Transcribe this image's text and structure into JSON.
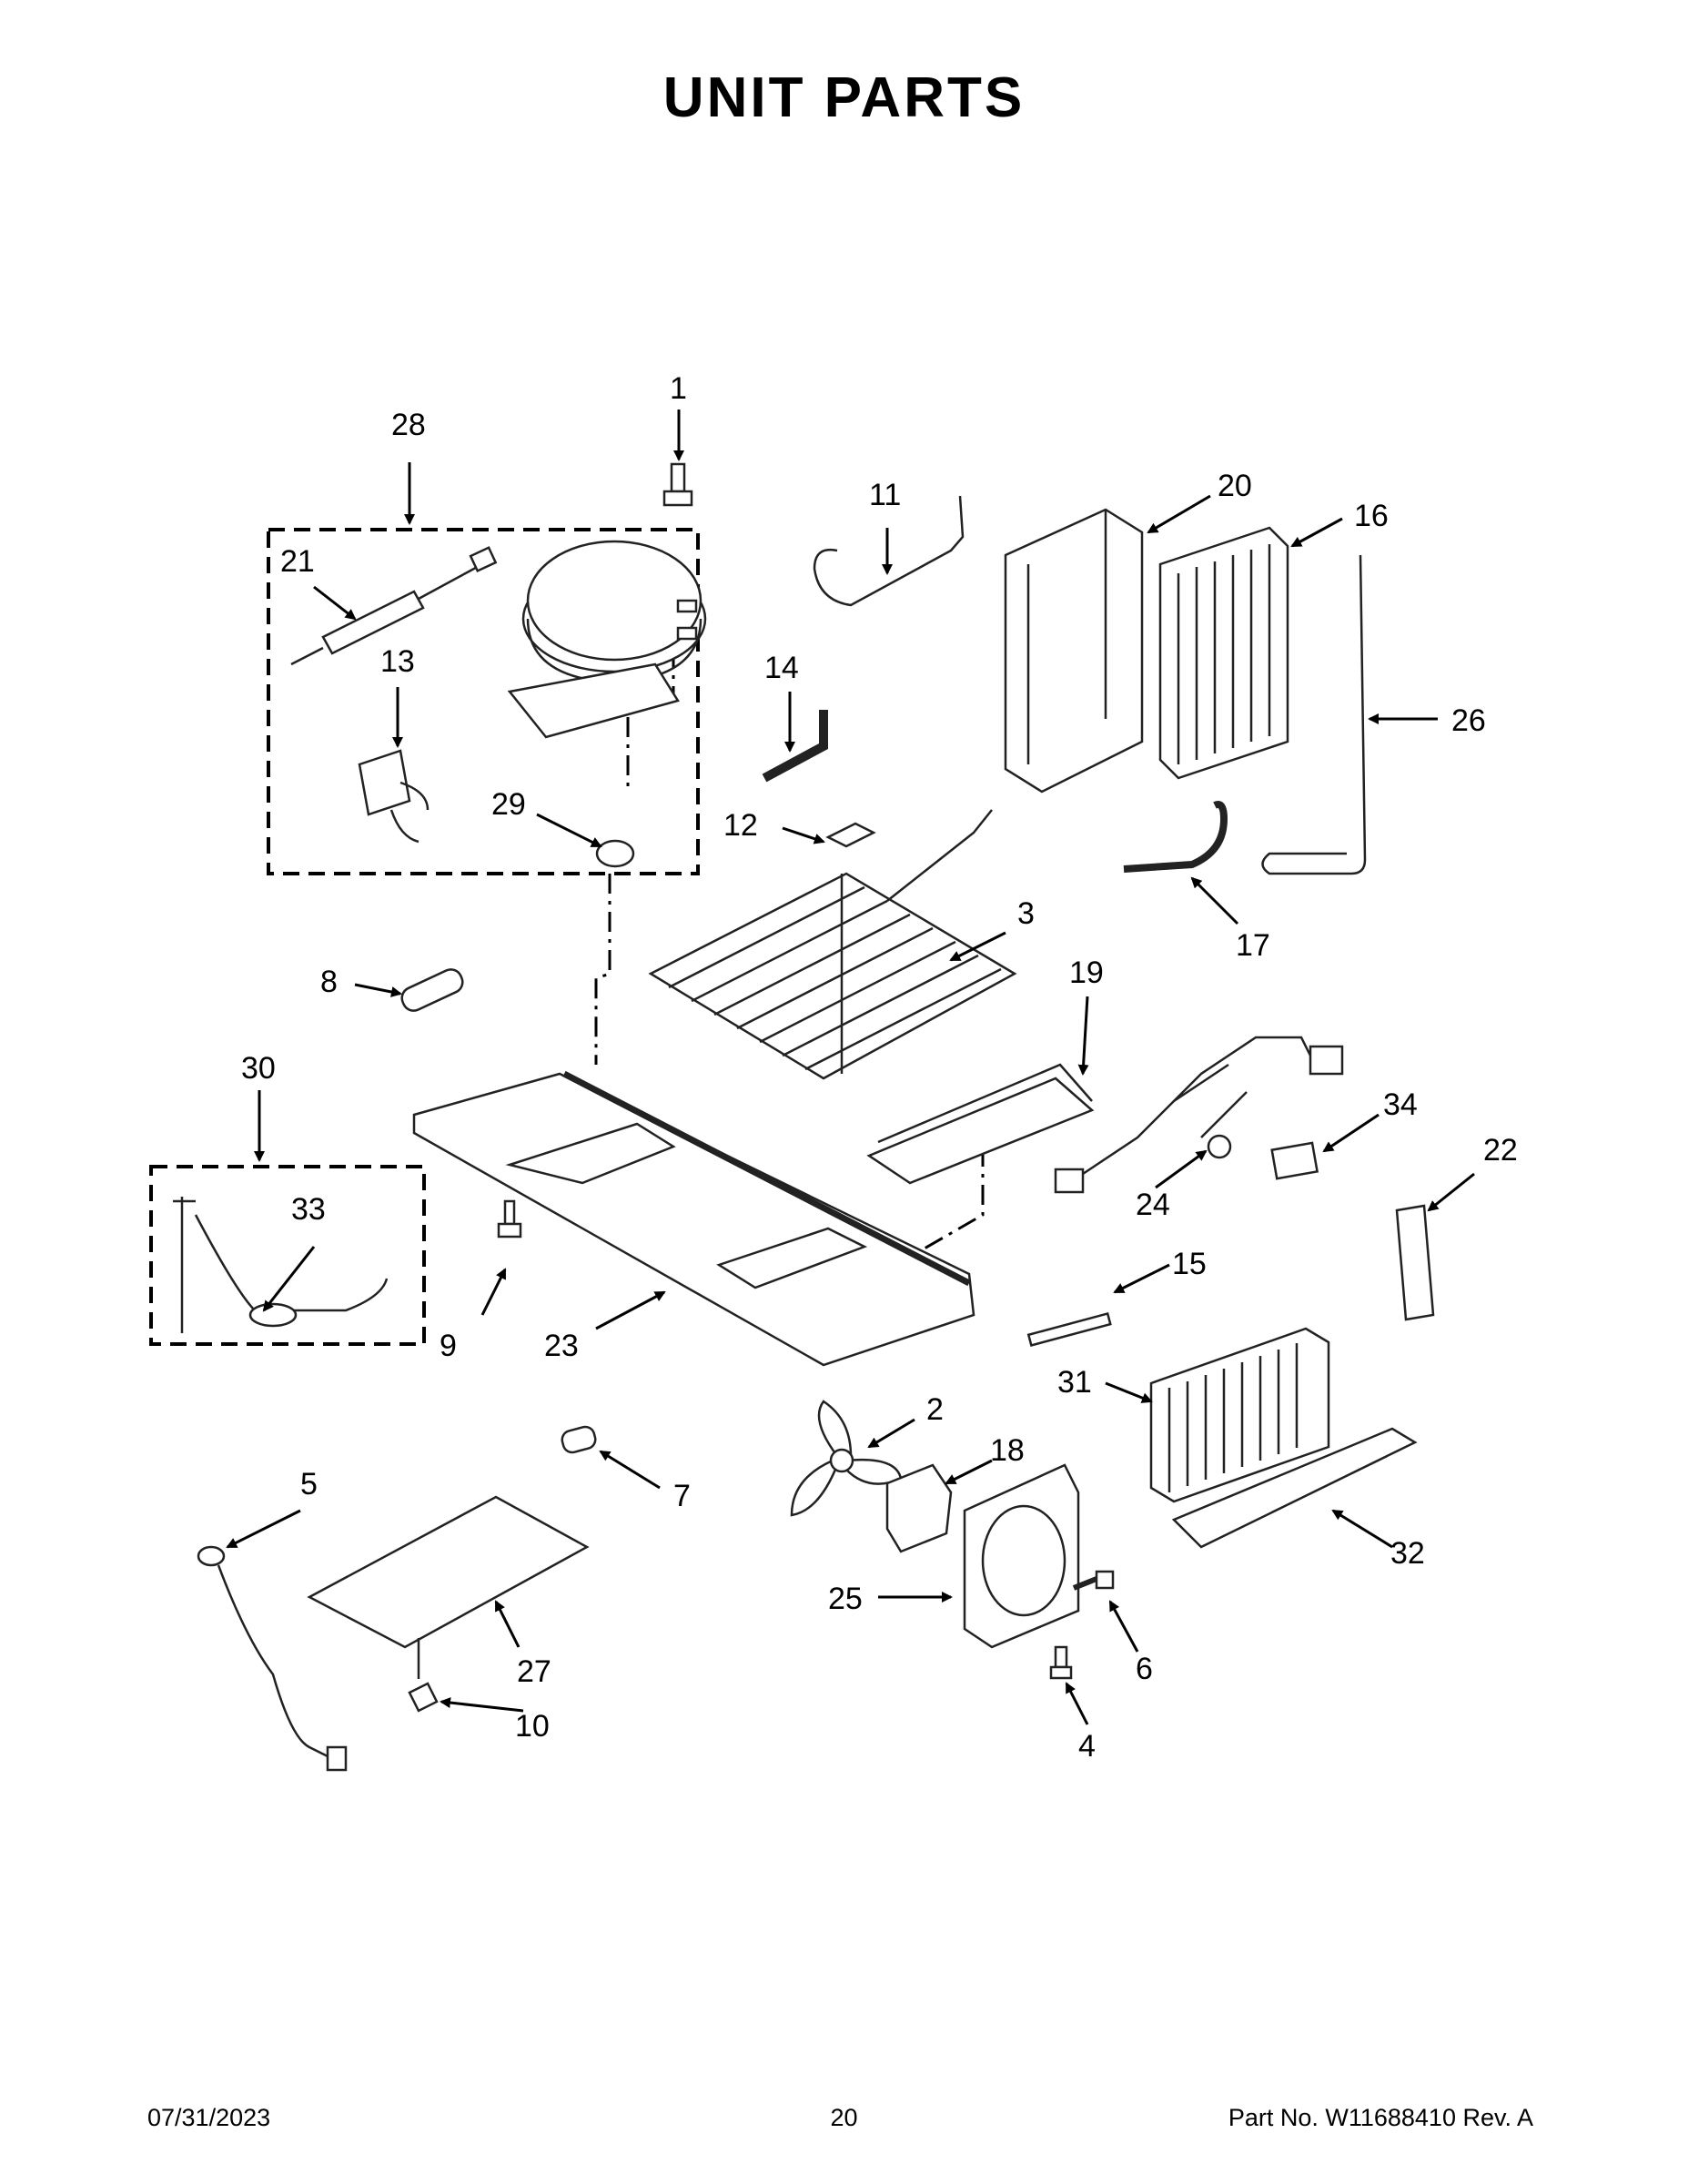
{
  "page": {
    "title": "UNIT PARTS",
    "date": "07/31/2023",
    "page_number": "20",
    "part_number": "Part No.  W11688410  Rev.  A"
  },
  "callouts": {
    "c1": "1",
    "c2": "2",
    "c3": "3",
    "c4": "4",
    "c5": "5",
    "c6": "6",
    "c7": "7",
    "c8": "8",
    "c9": "9",
    "c10": "10",
    "c11": "11",
    "c12": "12",
    "c13": "13",
    "c14": "14",
    "c15": "15",
    "c16": "16",
    "c17": "17",
    "c18": "18",
    "c19": "19",
    "c20": "20",
    "c21": "21",
    "c22": "22",
    "c23": "23",
    "c24": "24",
    "c25": "25",
    "c26": "26",
    "c27": "27",
    "c28": "28",
    "c29": "29",
    "c30": "30",
    "c31": "31",
    "c32": "32",
    "c33": "33",
    "c34": "34"
  }
}
